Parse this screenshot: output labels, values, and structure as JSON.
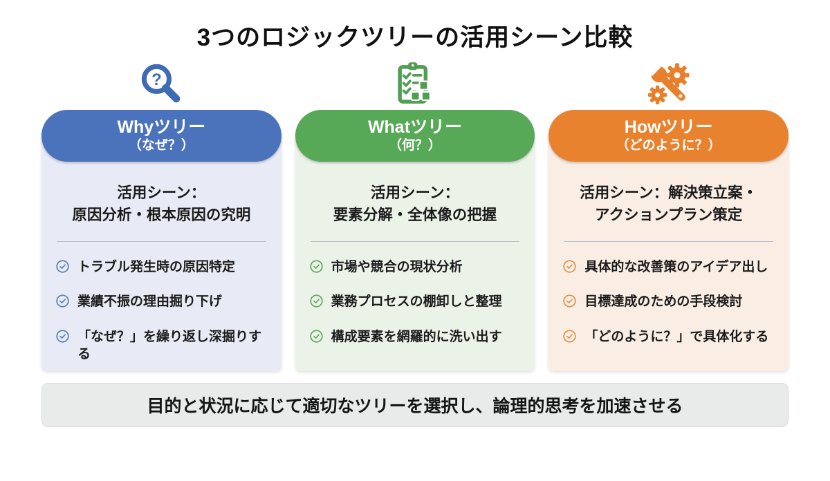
{
  "title": "3つのロジックツリーの活用シーン比較",
  "columns": [
    {
      "id": "why",
      "icon": "magnifier-question-icon",
      "header_line1": "Whyツリー",
      "header_line2": "（なぜ？）",
      "scene_line1": "活用シーン：",
      "scene_line2": "原因分析・根本原因の究明",
      "items": [
        "トラブル発生時の原因特定",
        "業績不振の理由掘り下げ",
        "「なぜ？」を繰り返し深掘りする"
      ],
      "colors": {
        "header": "#4a73bb",
        "card_bg": "#e8ebf5",
        "check": "#5b83b5",
        "icon": "#3e6bb4"
      }
    },
    {
      "id": "what",
      "icon": "clipboard-checklist-icon",
      "header_line1": "Whatツリー",
      "header_line2": "（何？）",
      "scene_line1": "活用シーン：",
      "scene_line2": "要素分解・全体像の把握",
      "items": [
        "市場や競合の現状分析",
        "業務プロセスの棚卸しと整理",
        "構成要素を網羅的に洗い出す"
      ],
      "colors": {
        "header": "#57a857",
        "card_bg": "#ebf3e9",
        "check": "#63a963",
        "icon": "#4f9e53"
      }
    },
    {
      "id": "how",
      "icon": "wrench-gear-icon",
      "header_line1": "Howツリー",
      "header_line2": "（どのように？）",
      "scene_line1": "活用シーン：解決策立案・",
      "scene_line2": "アクションプラン策定",
      "items": [
        "具体的な改善策のアイデア出し",
        "目標達成のための手段検討",
        "「どのように？」で具体化する"
      ],
      "colors": {
        "header": "#e8822e",
        "card_bg": "#faeee4",
        "check": "#dd9549",
        "icon": "#e8802b"
      }
    }
  ],
  "footer": {
    "text": "目的と状況に応じて適切なツリーを選択し、論理的思考を加速させる"
  }
}
